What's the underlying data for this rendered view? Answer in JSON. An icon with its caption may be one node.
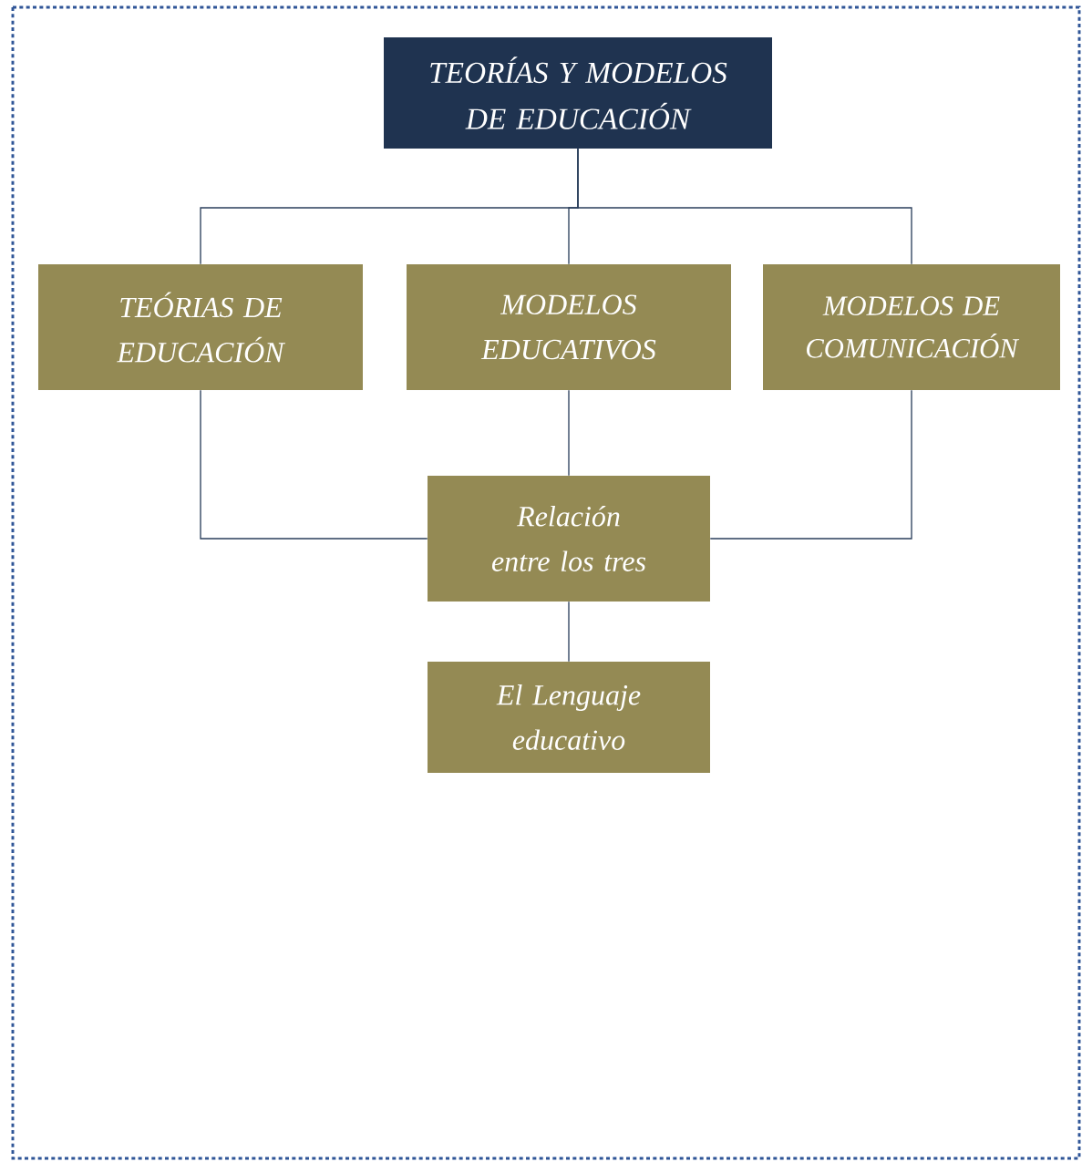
{
  "diagram": {
    "nodes": [
      {
        "text": [
          "TEORÍAS Y MODELOS DE EDUCACIÓN"
        ]
      },
      {
        "text": [
          "TEÓRIAS DE EDUCACIÓN"
        ]
      },
      {
        "text": [
          "MODELOS EDUCATIVOS"
        ]
      },
      {
        "text": [
          "MODELOS DE COMUNICACIÓN"
        ]
      },
      {
        "text": [
          "Relación entre los tres"
        ]
      },
      {
        "text": [
          "El Lenguaje educativo"
        ]
      }
    ],
    "edges": [
      {
        "from": 0,
        "to": 1,
        "arrow": "none"
      },
      {
        "from": 0,
        "to": 2,
        "arrow": "none"
      },
      {
        "from": 0,
        "to": 3,
        "arrow": "none"
      },
      {
        "from": 1,
        "to": 4,
        "arrow": "none"
      },
      {
        "from": 2,
        "to": 4,
        "arrow": "none"
      },
      {
        "from": 3,
        "to": 4,
        "arrow": "none"
      },
      {
        "from": 4,
        "to": 5,
        "arrow": "none"
      }
    ]
  }
}
